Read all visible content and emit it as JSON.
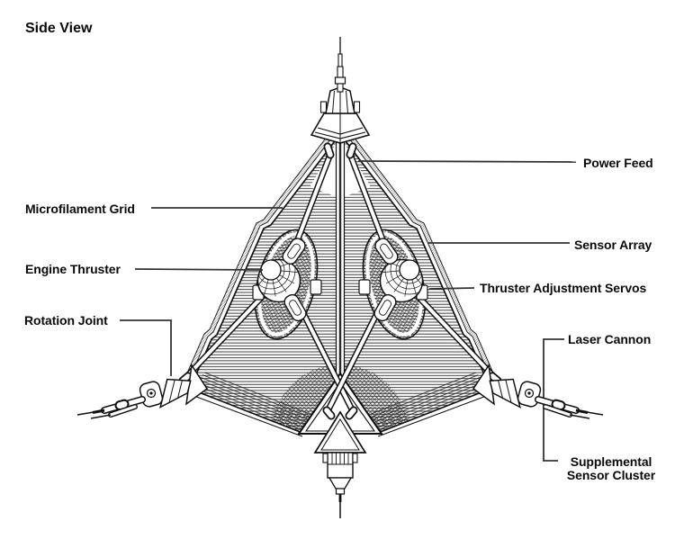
{
  "title": "Side View",
  "labels": {
    "microfilament_grid": "Microfilament Grid",
    "engine_thruster": "Engine Thruster",
    "rotation_joint": "Rotation Joint",
    "power_feed": "Power Feed",
    "sensor_array": "Sensor Array",
    "thruster_adjustment_servos": "Thruster Adjustment Servos",
    "laser_cannon": "Laser Cannon",
    "supplemental_sensor_cluster_line1": "Supplemental",
    "supplemental_sensor_cluster_line2": "Sensor Cluster"
  },
  "colors": {
    "ink": "#111111",
    "leader": "#333333",
    "background": "#ffffff"
  }
}
